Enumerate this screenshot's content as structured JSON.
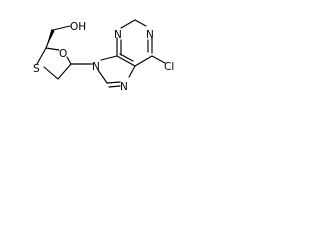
{
  "molecule": {
    "atoms": {
      "hydroxyl": "OH",
      "ring_oxygen": "O",
      "ring_sulfur": "S",
      "n9": "N",
      "n7": "N",
      "n1": "N",
      "n3": "N",
      "chloro": "Cl"
    },
    "colors": {
      "bond": "#000000",
      "label": "#000000",
      "background": "#ffffff"
    }
  }
}
